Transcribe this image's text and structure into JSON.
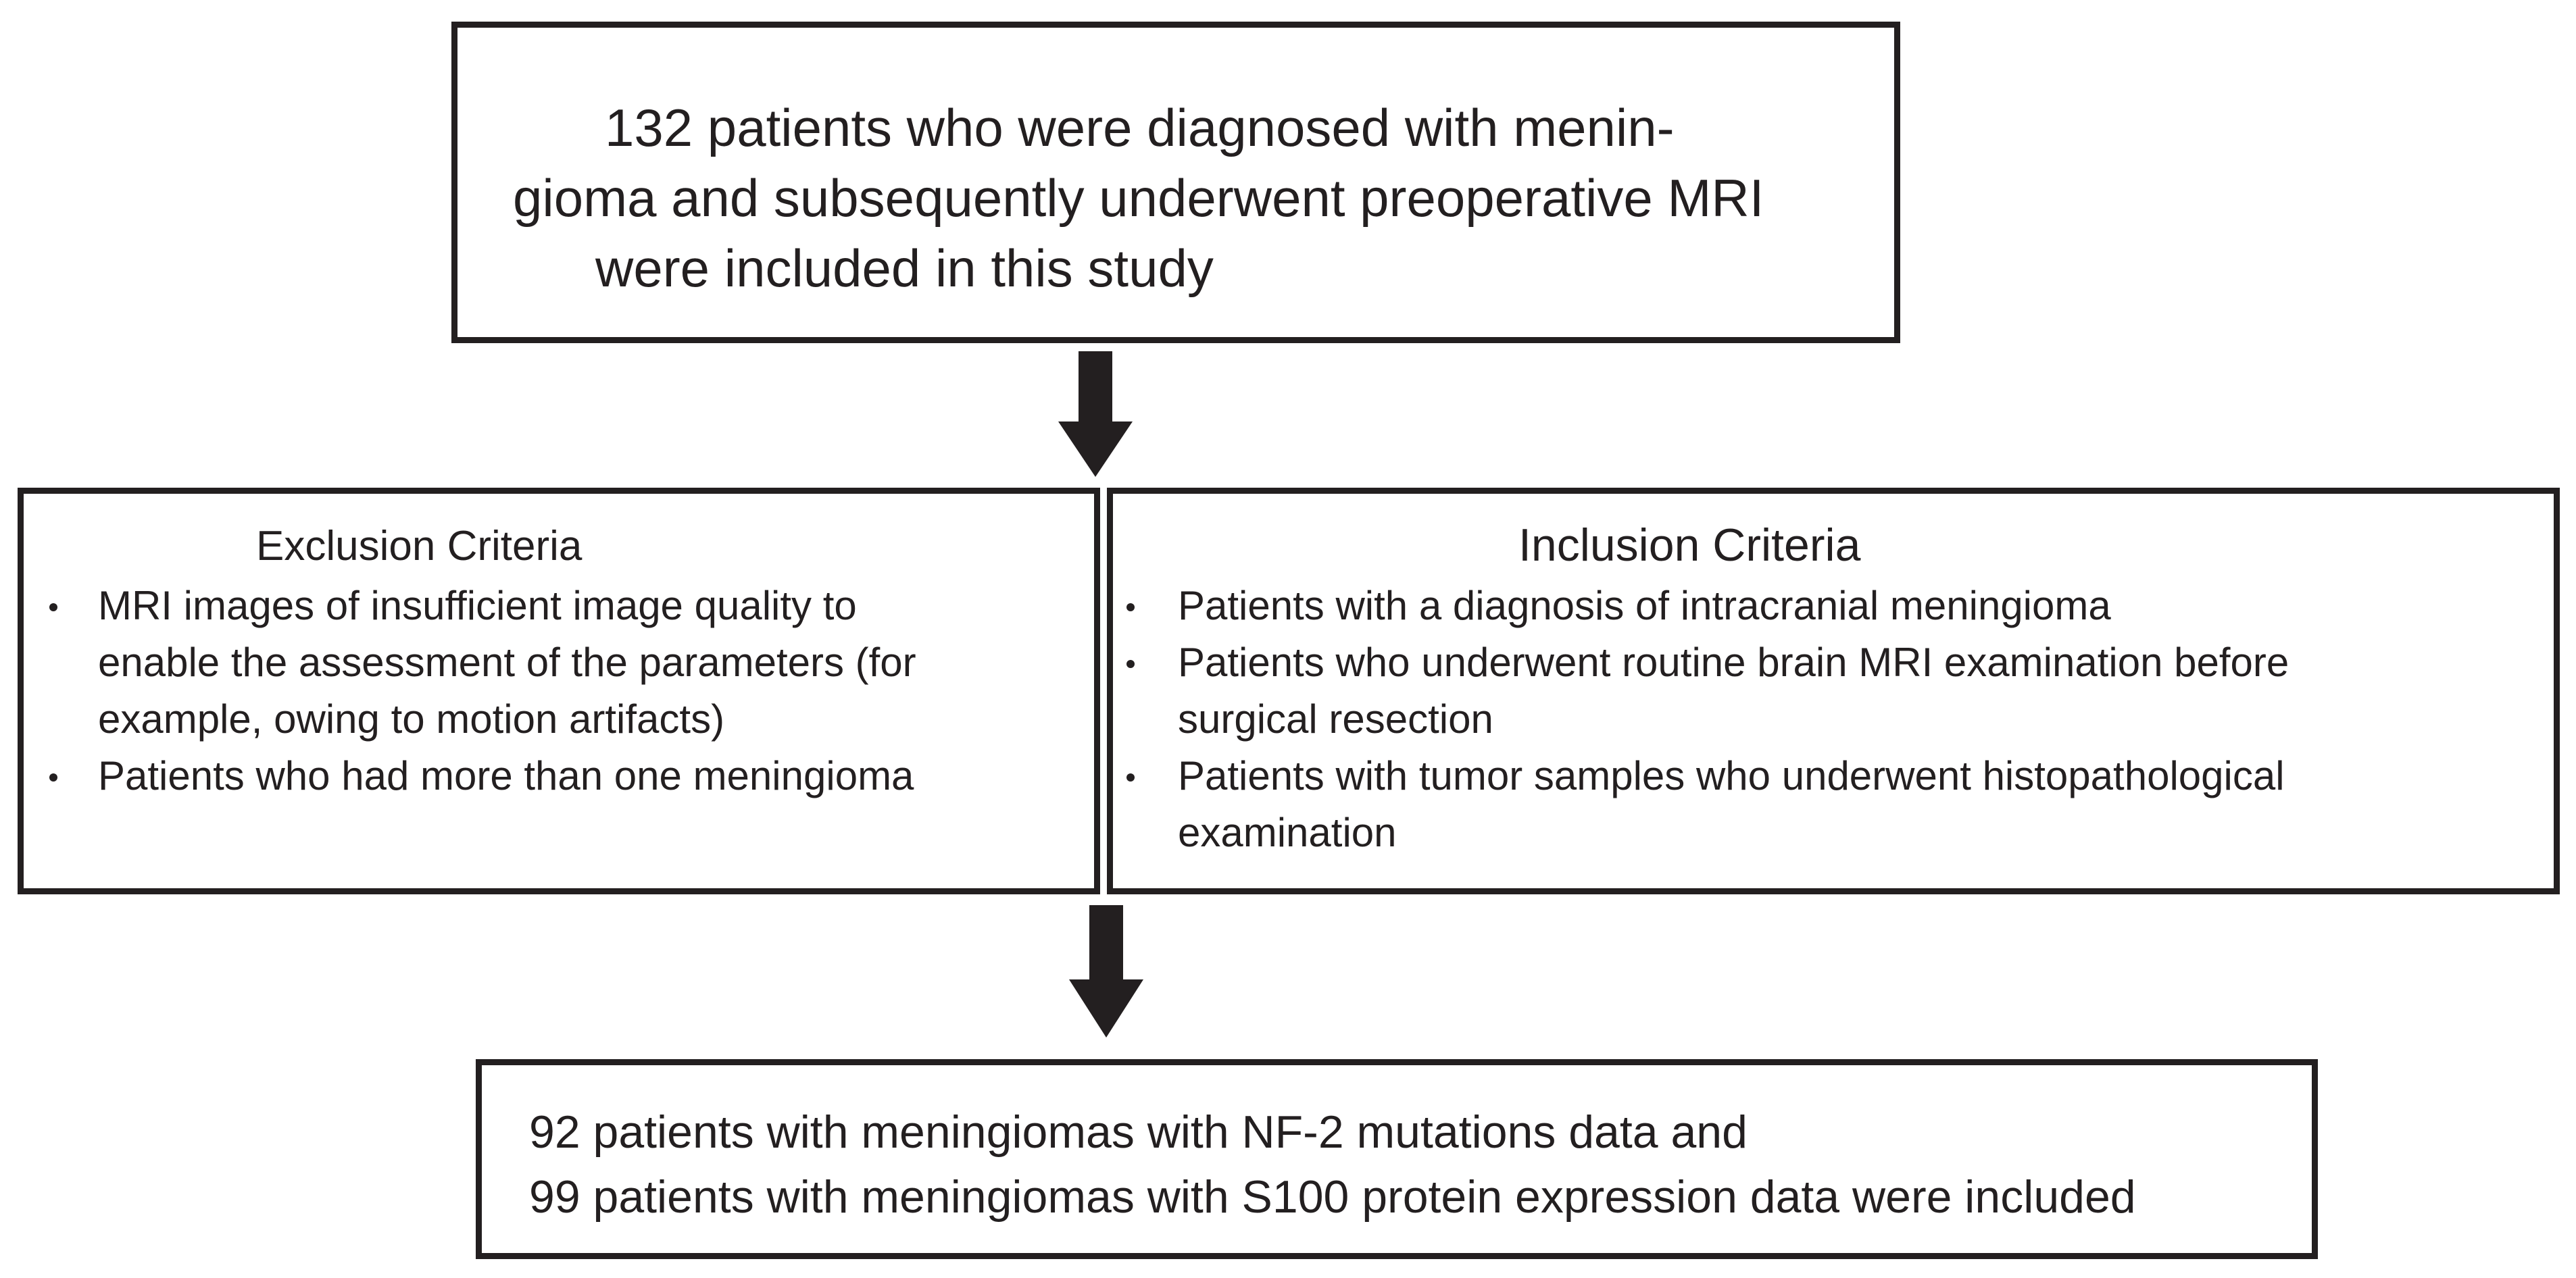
{
  "top_box": {
    "lines": [
      "132 patients who were diagnosed with menin-",
      "gioma and subsequently underwent preoperative MRI",
      "were included in this study"
    ]
  },
  "exclusion": {
    "heading": "Exclusion Criteria",
    "items": [
      {
        "lines": [
          "MRI images of insufficient image quality to",
          "enable the assessment of the parameters (for",
          "example, owing to motion artifacts)"
        ]
      },
      {
        "lines": [
          "Patients who had more than one meningioma"
        ]
      }
    ]
  },
  "inclusion": {
    "heading": "Inclusion Criteria",
    "items": [
      {
        "lines": [
          "Patients with a diagnosis of intracranial meningioma"
        ]
      },
      {
        "lines": [
          "Patients who underwent routine brain MRI examination before",
          "surgical resection"
        ]
      },
      {
        "lines": [
          "Patients with tumor samples who underwent histopathological",
          "examination"
        ]
      }
    ]
  },
  "bottom_box": {
    "lines": [
      "92 patients with meningiomas with NF-2 mutations data and",
      "99 patients with meningiomas with S100 protein expression data were included"
    ]
  },
  "colors": {
    "stroke": "#231f20",
    "background": "#ffffff"
  }
}
